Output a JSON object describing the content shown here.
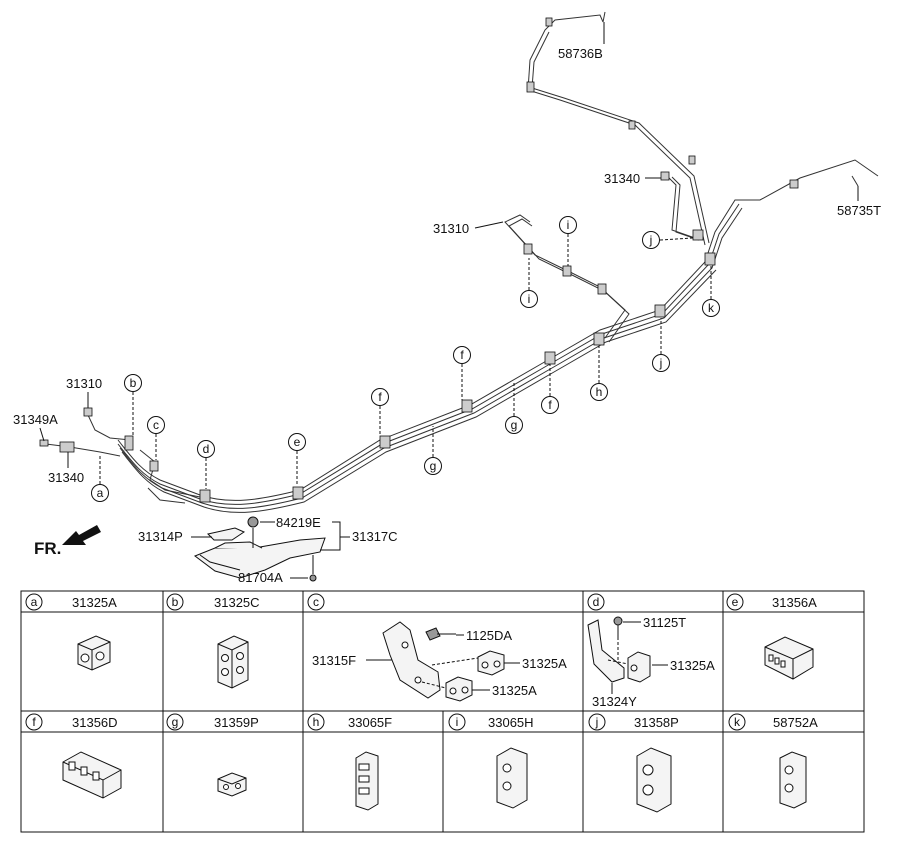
{
  "diagram": {
    "callouts": [
      "a",
      "b",
      "c",
      "d",
      "e",
      "f",
      "g",
      "h",
      "i",
      "j",
      "k"
    ],
    "main_labels": {
      "p58736B": "58736B",
      "p31340_top": "31340",
      "p58735T": "58735T",
      "p31310_mid": "31310",
      "p31310_left": "31310",
      "p31349A": "31349A",
      "p31340_left": "31340",
      "p31314P": "31314P",
      "p84219E": "84219E",
      "p31317C": "31317C",
      "p81704A": "81704A",
      "fr": "FR."
    },
    "table": {
      "row1": [
        {
          "key": "a",
          "part": "31325A"
        },
        {
          "key": "b",
          "part": "31325C"
        },
        {
          "key": "c",
          "part": ""
        },
        {
          "key": "d",
          "part": ""
        },
        {
          "key": "e",
          "part": "31356A"
        }
      ],
      "row2": [
        {
          "key": "f",
          "part": "31356D"
        },
        {
          "key": "g",
          "part": "31359P"
        },
        {
          "key": "h",
          "part": "33065F"
        },
        {
          "key": "i",
          "part": "33065H"
        },
        {
          "key": "j",
          "part": "31358P"
        },
        {
          "key": "k",
          "part": "58752A"
        }
      ],
      "c_labels": {
        "bolt": "1125DA",
        "bracket": "31315F",
        "clip_top": "31325A",
        "clip_bottom": "31325A"
      },
      "d_labels": {
        "bolt": "31125T",
        "clip": "31325A",
        "bracket": "31324Y"
      }
    }
  }
}
